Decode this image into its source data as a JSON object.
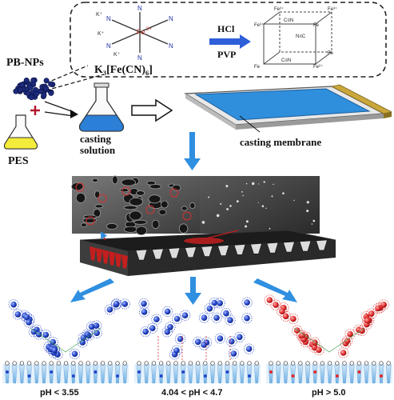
{
  "labels": {
    "salt_formula": "K₃[Fe(CN)₆]",
    "potassium": "K⁺",
    "iron_center": "Fe",
    "iron_charge": "3+",
    "cyanide_n": "N",
    "cyanide_c": "C",
    "reagent_hcl": "HCl",
    "reagent_pvp": "PVP",
    "cube_cn": "C≡N",
    "cube_n_c": "N≡C",
    "cube_fe": "Fe",
    "cube_fe2": "Fe²⁺",
    "cube_fe3": "Fe³⁺",
    "nanoparticles": "PB-NPs",
    "polymer": "PES",
    "casting_solution": "casting\nsolution",
    "casting_membrane": "casting membrane",
    "ph_low": "pH < 3.55",
    "ph_mid": "4.04 < pH < 4.7",
    "ph_high": "pH > 5.0"
  },
  "colors": {
    "arrow_blue": "#2f8fe0",
    "membrane_blue": "#2f8fdc",
    "gold_edge": "#c9a73a",
    "pore_blue": "#8fc4ea",
    "particle_blue": "#2545c8",
    "particle_red": "#e02a2a",
    "pb_nanoparticle": "#1d2a7a",
    "flask_solution": "#2b7fd6",
    "pes_solution": "#f3ec3a"
  }
}
